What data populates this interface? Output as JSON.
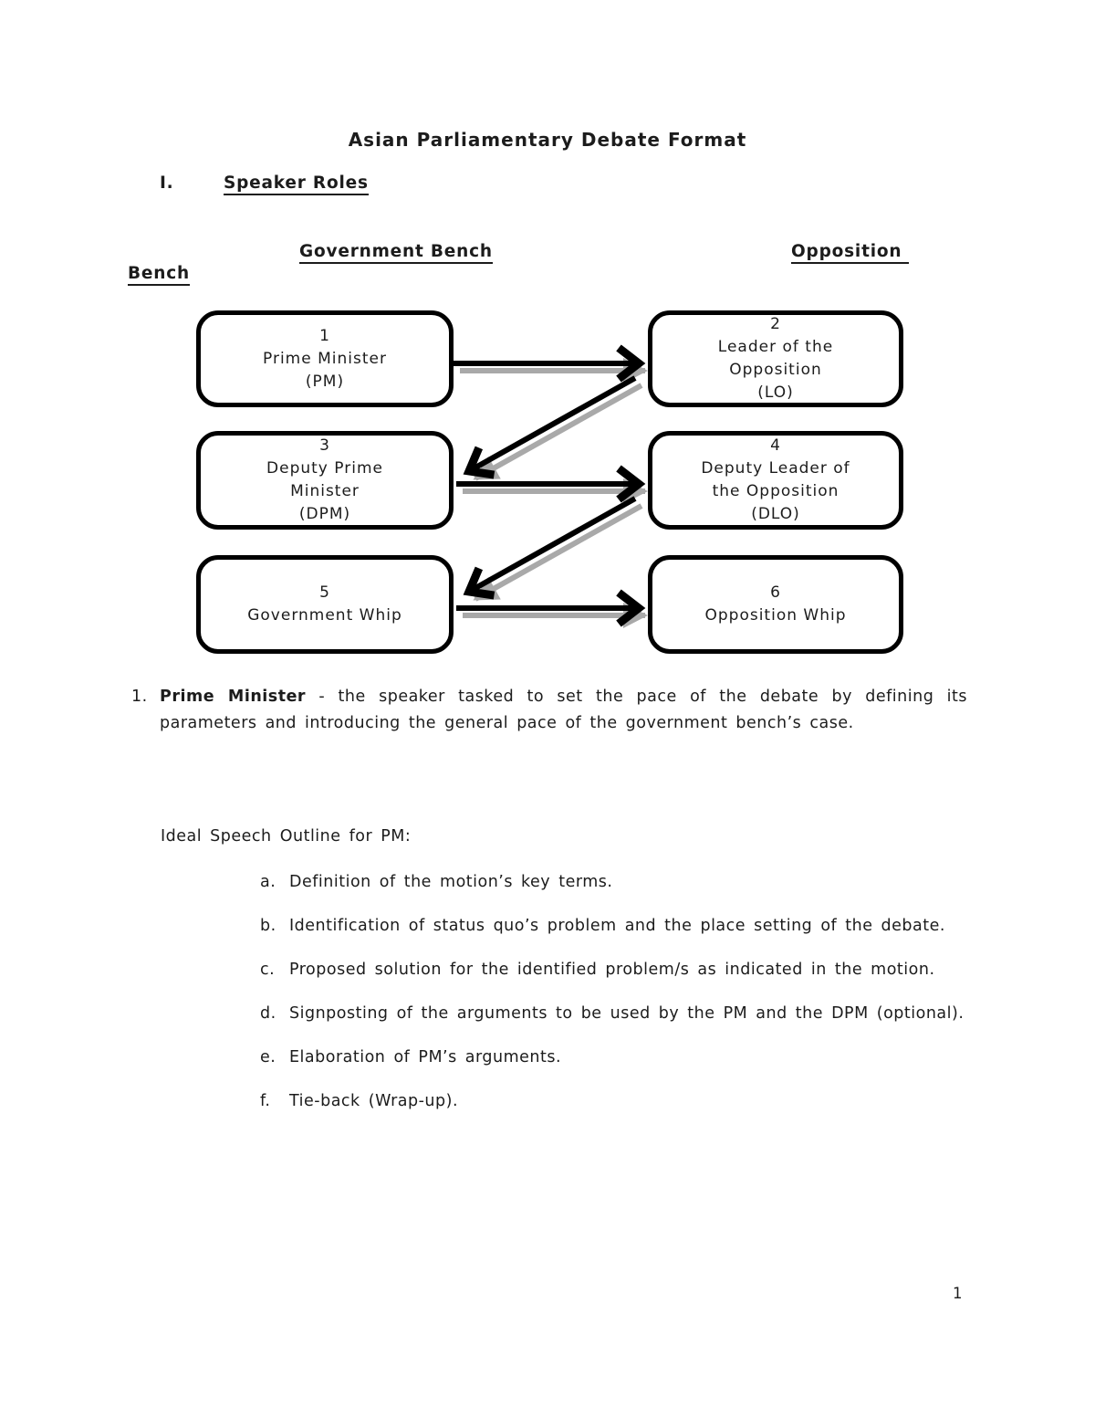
{
  "page": {
    "title": "Asian Parliamentary Debate Format",
    "section_numeral": "I.",
    "section_title": "Speaker Roles",
    "column_left_heading": "Government Bench",
    "column_right_heading_word1": "Opposition",
    "column_right_heading_word2": "Bench",
    "page_number": "1"
  },
  "diagram": {
    "arrow_color": "#000000",
    "arrow_shadow_color": "#a9a9a9",
    "box_border_color": "#000000",
    "boxes": [
      {
        "num": "1",
        "lines": [
          "Prime Minister",
          "(PM)"
        ]
      },
      {
        "num": "2",
        "lines": [
          "Leader of the",
          "Opposition",
          "(LO)"
        ]
      },
      {
        "num": "3",
        "lines": [
          "Deputy Prime",
          "Minister",
          "(DPM)"
        ]
      },
      {
        "num": "4",
        "lines": [
          "Deputy Leader of",
          "the Opposition",
          "(DLO)"
        ]
      },
      {
        "num": "5",
        "lines": [
          "Government Whip"
        ]
      },
      {
        "num": "6",
        "lines": [
          "Opposition Whip"
        ]
      }
    ],
    "flow_order": "1 → 2 → 3 → 4 → 5 → 6"
  },
  "body": {
    "item1_label": "1.",
    "item1_bold": "Prime Minister",
    "item1_rest": " - the speaker tasked to set the pace of the debate by defining its parameters and introducing the general pace of the government bench’s case.",
    "outline_heading": "Ideal Speech Outline for PM:",
    "outline": [
      {
        "label": "a.",
        "text": "Definition of the motion’s key terms."
      },
      {
        "label": "b.",
        "text": "Identification of status quo’s problem and the place setting of the debate."
      },
      {
        "label": "c.",
        "text": "Proposed solution for the identified problem/s as indicated in the motion."
      },
      {
        "label": "d.",
        "text": "Signposting of the arguments to be used by the PM and the DPM (optional)."
      },
      {
        "label": "e.",
        "text": "Elaboration of PM’s arguments."
      },
      {
        "label": "f.",
        "text": "Tie-back (Wrap-up)."
      }
    ]
  }
}
